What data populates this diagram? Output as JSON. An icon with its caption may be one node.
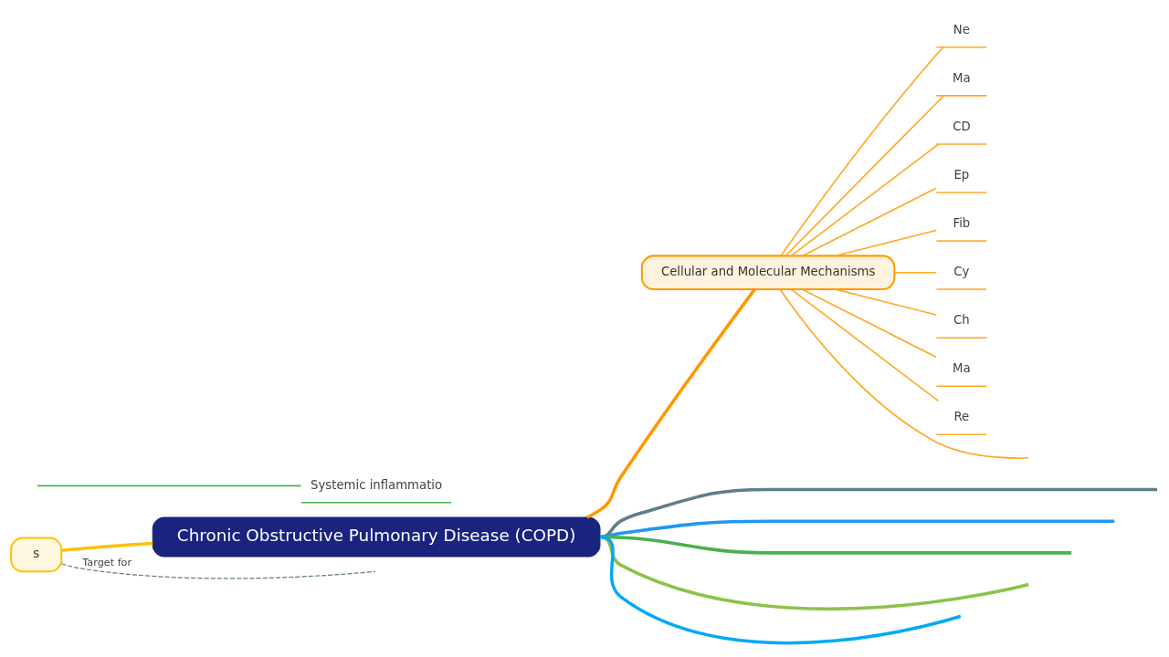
{
  "diagram": {
    "nodes": [
      {
        "text": [
          "Chronic Obstructive Pulmonary Disease (COPD)"
        ]
      },
      {
        "text": [
          "s"
        ]
      },
      {
        "text": [
          "Cellular and Molecular Mechanisms"
        ]
      },
      {
        "text": [
          "Systemic inflammatio"
        ]
      },
      {
        "text": [
          "Ne"
        ]
      },
      {
        "text": [
          "Ma"
        ]
      },
      {
        "text": [
          "CD"
        ]
      },
      {
        "text": [
          "Ep"
        ]
      },
      {
        "text": [
          "Fib"
        ]
      },
      {
        "text": [
          "Cy"
        ]
      },
      {
        "text": [
          "Ch"
        ]
      },
      {
        "text": [
          "Ma"
        ]
      },
      {
        "text": [
          "Re"
        ]
      }
    ],
    "edges": [
      {
        "from": 0,
        "to": 1,
        "arrow": "none",
        "style": "thick",
        "color": "#ffc107"
      },
      {
        "from": 0,
        "to": 2,
        "arrow": "none",
        "style": "thick",
        "color": "#ff9800"
      },
      {
        "from": 0,
        "to": null,
        "arrow": "none",
        "style": "thick",
        "color": "#607d8b"
      },
      {
        "from": 0,
        "to": null,
        "arrow": "none",
        "style": "thick",
        "color": "#2196f3"
      },
      {
        "from": 0,
        "to": null,
        "arrow": "none",
        "style": "thick",
        "color": "#4caf50"
      },
      {
        "from": 0,
        "to": null,
        "arrow": "none",
        "style": "thick",
        "color": "#8bc34a"
      },
      {
        "from": 0,
        "to": null,
        "arrow": "none",
        "style": "thick",
        "color": "#03a9f4"
      },
      {
        "from": null,
        "to": 3,
        "arrow": "none",
        "color": "#4caf50"
      },
      {
        "from": 2,
        "to": 4,
        "arrow": "none"
      },
      {
        "from": 2,
        "to": 5,
        "arrow": "none"
      },
      {
        "from": 2,
        "to": 6,
        "arrow": "none"
      },
      {
        "from": 2,
        "to": 7,
        "arrow": "none"
      },
      {
        "from": 2,
        "to": 8,
        "arrow": "none"
      },
      {
        "from": 2,
        "to": 9,
        "arrow": "none"
      },
      {
        "from": 2,
        "to": 10,
        "arrow": "none"
      },
      {
        "from": 2,
        "to": 11,
        "arrow": "none"
      },
      {
        "from": 2,
        "to": 12,
        "arrow": "none"
      },
      {
        "from": 2,
        "to": null,
        "arrow": "none"
      },
      {
        "from": 1,
        "to": null,
        "arrow": "none",
        "style": "dashed",
        "color": "#607d8b",
        "label": "Target for"
      }
    ]
  }
}
